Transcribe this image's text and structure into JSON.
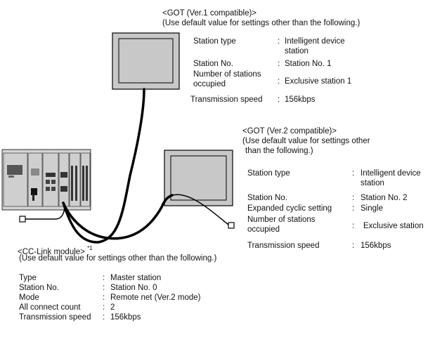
{
  "got1": {
    "title": "<GOT (Ver.1 compatible)>",
    "note": "(Use default value for settings other than the following.)",
    "settings": [
      {
        "label": "Station type",
        "sep": ":",
        "value1": "Intelligent device",
        "value2": "station"
      },
      {
        "label": "Station No.",
        "sep": ":",
        "value1": "Station No. 1"
      },
      {
        "label1": "Number of stations",
        "label2": "occupied",
        "sep": ":",
        "value1": "Exclusive station 1"
      },
      {
        "label": "Transmission speed",
        "sep": ":",
        "value1": "156kbps"
      }
    ]
  },
  "got2": {
    "title": "<GOT (Ver.2 compatible)>",
    "note1": "(Use default value for settings other",
    "note2": "than the following.)",
    "settings": [
      {
        "label": "Station type",
        "sep": ":",
        "value1": "Intelligent device",
        "value2": "station"
      },
      {
        "label": "Station No.",
        "sep": ":",
        "value1": "Station No. 2"
      },
      {
        "label": "Expanded cyclic setting",
        "sep": ":",
        "value1": "Single"
      },
      {
        "label1": "Number of stations",
        "label2": "occupied",
        "sep": ":",
        "value1": "Exclusive station"
      },
      {
        "label": "Transmission speed",
        "sep": ":",
        "value1": "156kbps"
      }
    ]
  },
  "cclink": {
    "title": "<CC-Link module>",
    "footnote": "*1",
    "note": "(Use default value for settings other than the following.)",
    "settings": [
      {
        "label": "Type",
        "sep": ":",
        "value1": "Master station"
      },
      {
        "label": "Station No.",
        "sep": ":",
        "value1": "Station No. 0"
      },
      {
        "label": "Mode",
        "sep": ":",
        "value1": "Remote net (Ver.2 mode)"
      },
      {
        "label": "All connect count",
        "sep": ":",
        "value1": "2"
      },
      {
        "label": "Transmission speed",
        "sep": ":",
        "value1": "156kbps"
      }
    ]
  }
}
